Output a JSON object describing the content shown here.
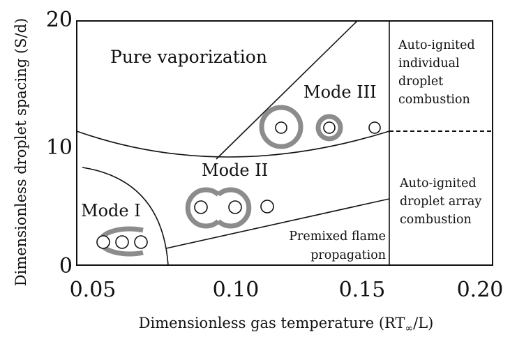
{
  "axes": {
    "x_title_prefix": "Dimensionless gas temperature (RT",
    "x_title_subscript": "∞",
    "x_title_suffix": "/L)",
    "y_title": "Dimensionless droplet spacing (S/d)",
    "x_ticks": [
      "0.05",
      "0.10",
      "0.15",
      "0.20"
    ],
    "y_ticks": [
      "0",
      "10",
      "20"
    ],
    "xlim": [
      0.05,
      0.2
    ],
    "ylim": [
      0,
      20
    ]
  },
  "regions": {
    "pure_vaporization": "Pure vaporization",
    "mode_1": "Mode I",
    "mode_2": "Mode II",
    "mode_3": "Mode III",
    "premixed": [
      "Premixed flame",
      "propagation"
    ],
    "individual": [
      "Auto-ignited",
      "individual",
      "droplet",
      "combustion"
    ],
    "array": [
      "Auto-ignited",
      "droplet array",
      "combustion"
    ]
  },
  "colors": {
    "flame": "#8c8c8c",
    "line": "#111111"
  }
}
